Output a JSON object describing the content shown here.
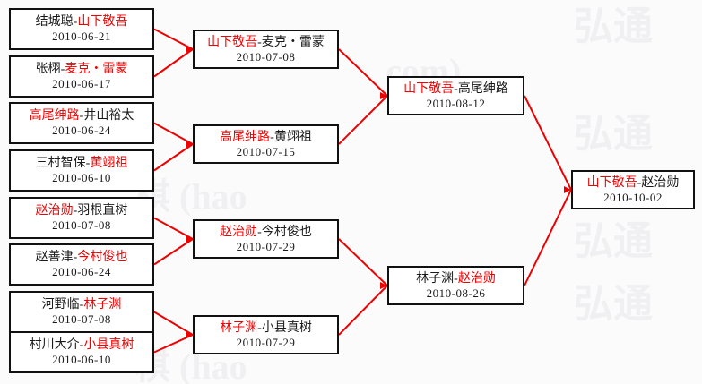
{
  "diagram": {
    "type": "single-elimination-bracket",
    "title_visible": false,
    "winner_color": "#f00000",
    "loser_color": "#1a1a1a",
    "box_border_color": "#111111",
    "connector_color": "#ee0000",
    "background_color": "#fbfbfb"
  },
  "watermark": {
    "lines": [
      "弘通",
      "弘通",
      "弘通",
      "弘通",
      "棋 (hao",
      "com)",
      "com)",
      "棋 (hao"
    ],
    "color": "#f0f0f2"
  },
  "rounds": [
    {
      "name": "round-1",
      "matches": [
        {
          "left": "结城聪",
          "right": "山下敬吾",
          "winner": "right",
          "date": "2010-06-21"
        },
        {
          "left": "张栩",
          "right": "麦克・雷蒙",
          "winner": "right",
          "date": "2010-06-17"
        },
        {
          "left": "高尾绅路",
          "right": "井山裕太",
          "winner": "left",
          "date": "2010-06-24"
        },
        {
          "left": "三村智保",
          "right": "黄翊祖",
          "winner": "right",
          "date": "2010-06-10"
        },
        {
          "left": "赵治勋",
          "right": "羽根直树",
          "winner": "left",
          "date": "2010-07-08"
        },
        {
          "left": "赵善津",
          "right": "今村俊也",
          "winner": "right",
          "date": "2010-06-24"
        },
        {
          "left": "河野临",
          "right": "林子渊",
          "winner": "right",
          "date": "2010-07-08"
        },
        {
          "left": "村川大介",
          "right": "小县真树",
          "winner": "right",
          "date": "2010-06-10"
        }
      ]
    },
    {
      "name": "round-2",
      "matches": [
        {
          "left": "山下敬吾",
          "right": "麦克・雷蒙",
          "winner": "left",
          "date": "2010-07-08"
        },
        {
          "left": "高尾绅路",
          "right": "黄翊祖",
          "winner": "left",
          "date": "2010-07-15"
        },
        {
          "left": "赵治勋",
          "right": "今村俊也",
          "winner": "left",
          "date": "2010-07-29"
        },
        {
          "left": "林子渊",
          "right": "小县真树",
          "winner": "left",
          "date": "2010-07-29"
        }
      ]
    },
    {
      "name": "semifinal",
      "matches": [
        {
          "left": "山下敬吾",
          "right": "高尾绅路",
          "winner": "left",
          "date": "2010-08-12"
        },
        {
          "left": "林子渊",
          "right": "赵治勋",
          "winner": "right",
          "date": "2010-08-26"
        }
      ]
    },
    {
      "name": "final",
      "matches": [
        {
          "left": "山下敬吾",
          "right": "赵治勋",
          "winner": "left",
          "date": "2010-10-02"
        }
      ]
    }
  ]
}
